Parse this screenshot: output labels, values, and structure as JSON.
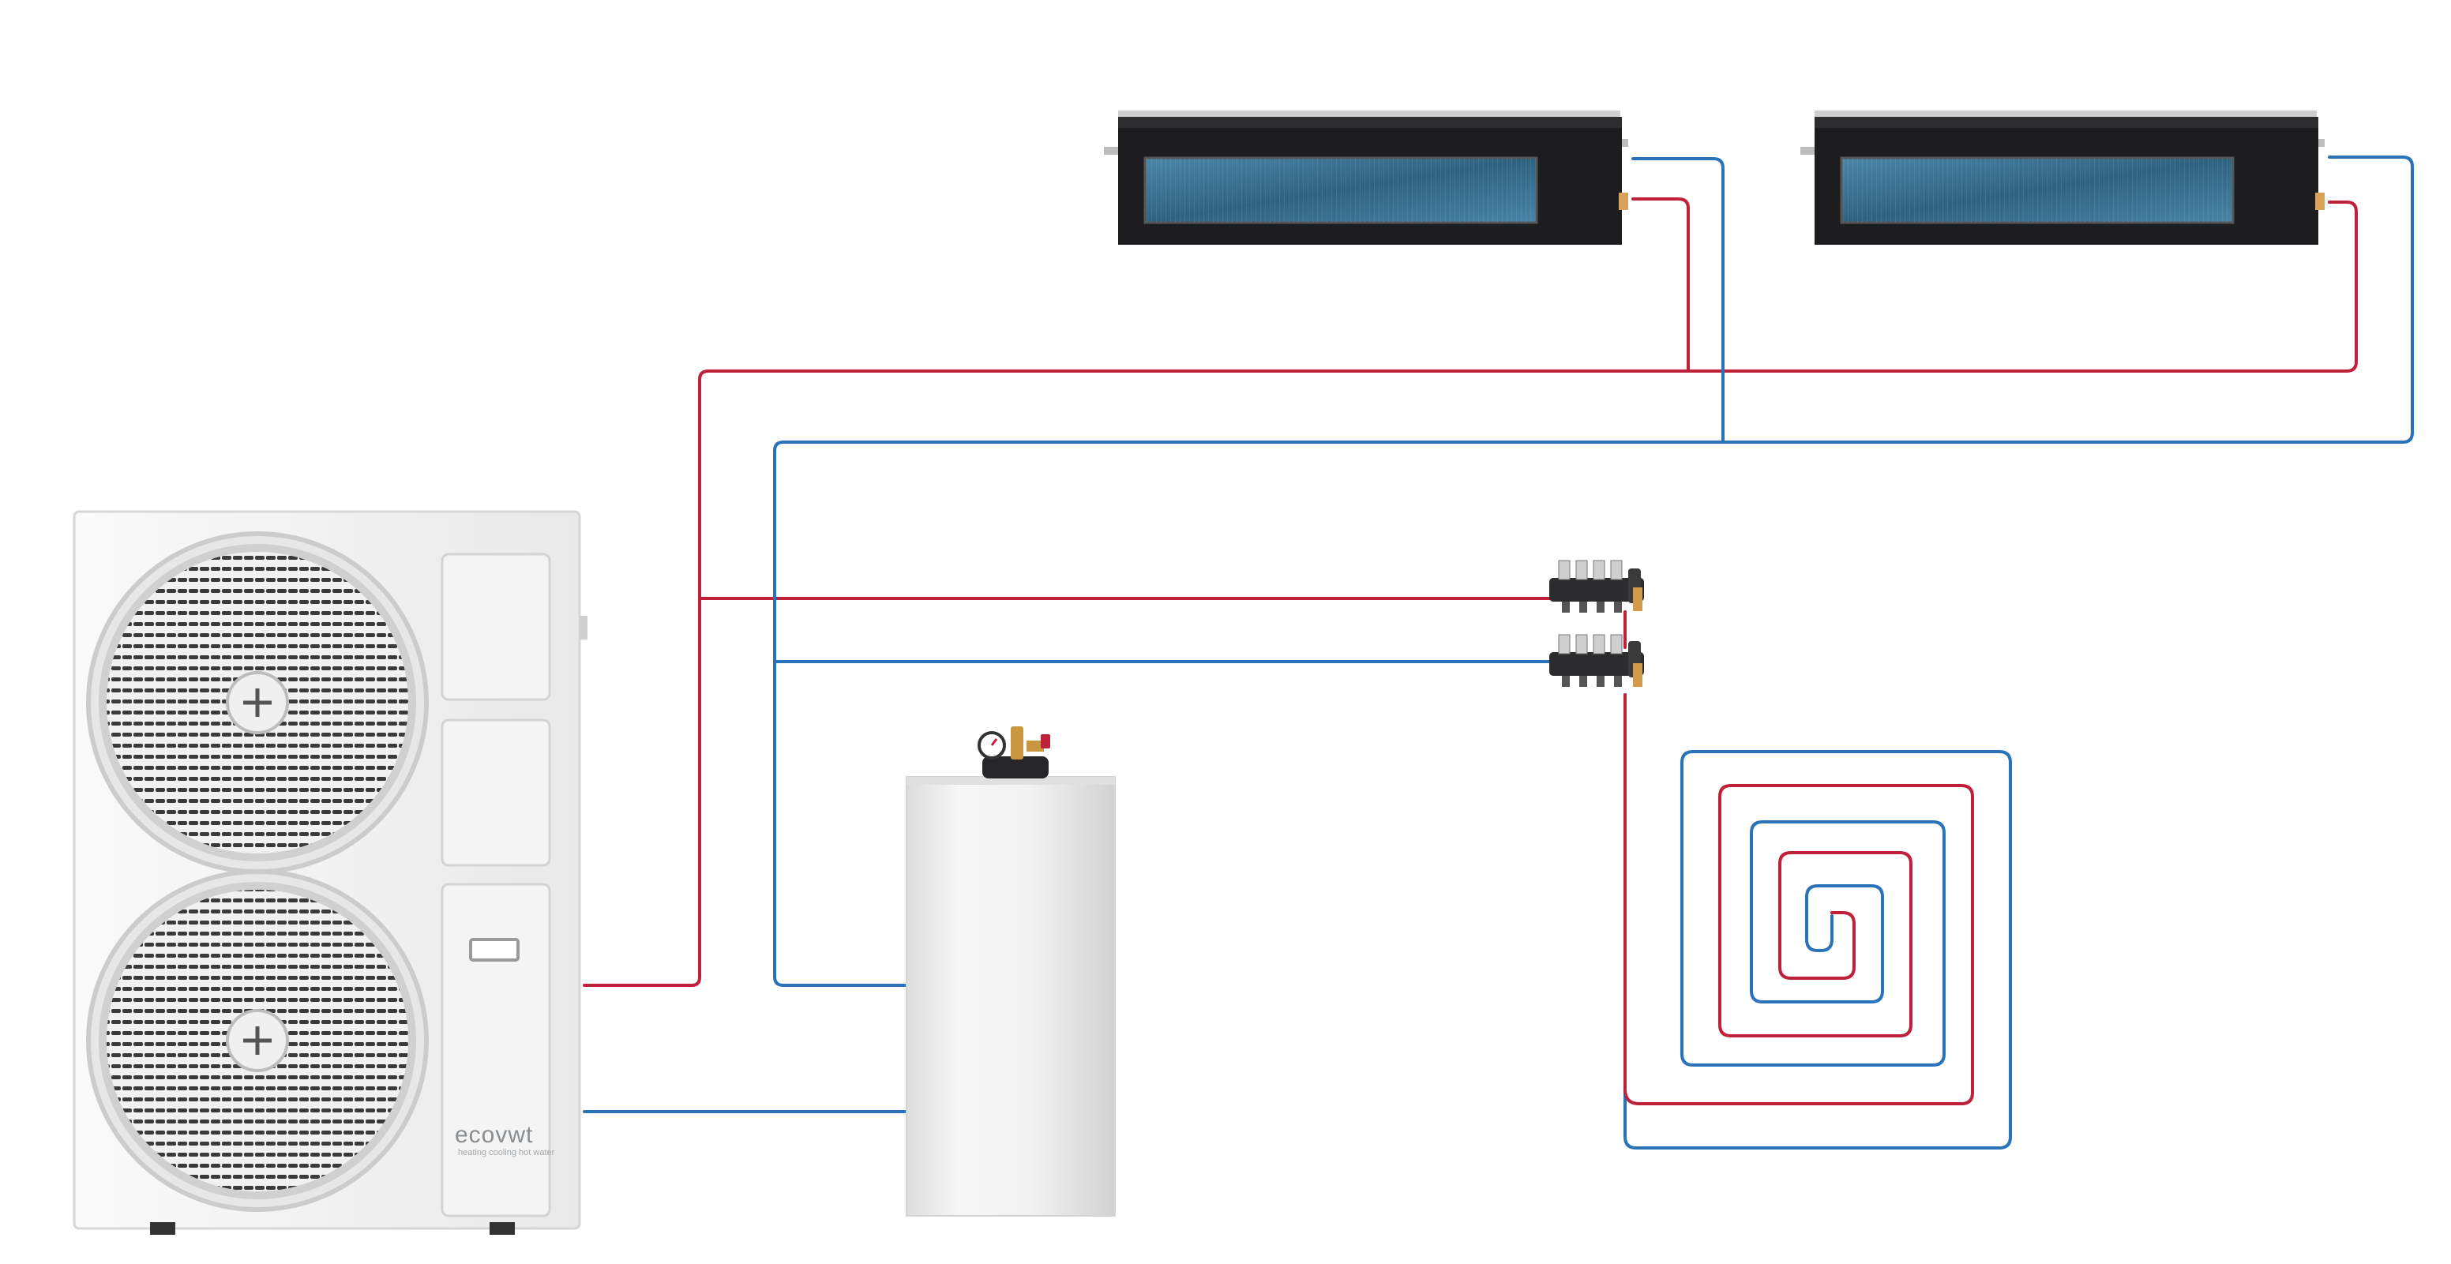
{
  "diagram": {
    "brand_logo": "ecovwt",
    "brand_tagline": "heating  cooling  hot water",
    "colors": {
      "supply_pipe": "#c0213a",
      "return_pipe": "#2b73b8",
      "unit_panel": "#f3f3f3",
      "unit_edge": "#d6d6d6",
      "duct_body": "#1d1d1f",
      "duct_coil": "#3a6f8f",
      "tank_body": "#efefef"
    },
    "components": [
      {
        "id": "heat-pump",
        "icon": "outdoor-heat-pump-unit"
      },
      {
        "id": "fan-coil-1",
        "icon": "ducted-fan-coil"
      },
      {
        "id": "fan-coil-2",
        "icon": "ducted-fan-coil"
      },
      {
        "id": "manifold-supply",
        "icon": "floor-heating-manifold"
      },
      {
        "id": "manifold-return",
        "icon": "floor-heating-manifold"
      },
      {
        "id": "hot-water-tank",
        "icon": "hot-water-cylinder"
      },
      {
        "id": "floor-loop",
        "icon": "underfloor-heating-coil"
      }
    ]
  }
}
